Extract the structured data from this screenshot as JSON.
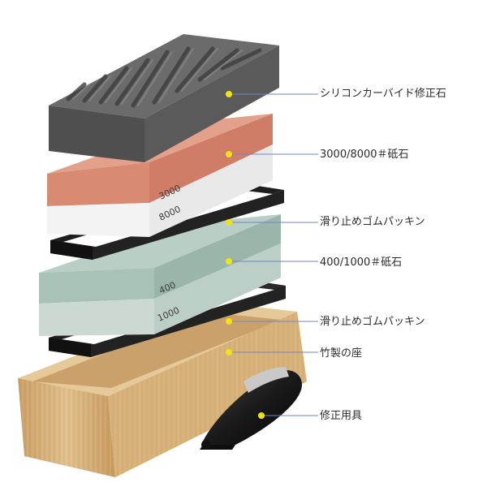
{
  "callouts": [
    {
      "id": "silicon-carbide-stone",
      "label": "シリコンカーバイド修正石"
    },
    {
      "id": "stone-3000-8000",
      "label": "3000/8000＃砥石"
    },
    {
      "id": "nonslip-gasket-upper",
      "label": "滑り止めゴムパッキン"
    },
    {
      "id": "stone-400-1000",
      "label": "400/1000＃砥石"
    },
    {
      "id": "nonslip-gasket-lower",
      "label": "滑り止めゴムパッキン"
    },
    {
      "id": "bamboo-base",
      "label": "竹製の座"
    },
    {
      "id": "angle-guide",
      "label": "修正用具"
    }
  ],
  "stone_markings": {
    "upper_top": "3000",
    "upper_bottom": "8000",
    "lower_top": "400",
    "lower_bottom": "1000"
  },
  "colors": {
    "silicon_carbide": "#5a5a5a",
    "stone_red": "#d98a72",
    "stone_white": "#f3f3f3",
    "stone_green": "#a9c2b8",
    "stone_mint": "#cbd9d2",
    "gasket": "#1e1e1e",
    "bamboo": "#d9b783",
    "marker_dot": "#f2e20f",
    "leader_line": "#6e86c8"
  }
}
